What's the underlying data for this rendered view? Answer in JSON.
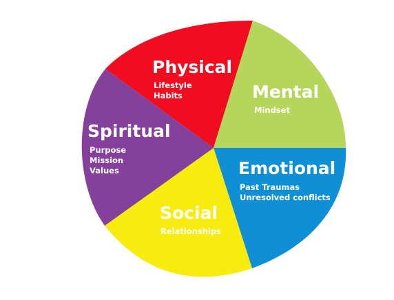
{
  "segments": [
    {
      "key": "physical",
      "title": "Physical",
      "color": "#f00d1f",
      "items": [
        "Lifestyle",
        "Habits"
      ]
    },
    {
      "key": "mental",
      "title": "Mental",
      "color": "#b5d65a",
      "items": [
        "Mindset"
      ]
    },
    {
      "key": "emotional",
      "title": "Emotional",
      "color": "#0e8fd6",
      "items": [
        "Past Traumas",
        "Unresolved conflicts"
      ]
    },
    {
      "key": "social",
      "title": "Social",
      "color": "#f7ec0d",
      "items": [
        "Relationships"
      ]
    },
    {
      "key": "spiritual",
      "title": "Spiritual",
      "color": "#84409a",
      "items": [
        "Purpose",
        "Mission",
        "Values"
      ]
    }
  ]
}
